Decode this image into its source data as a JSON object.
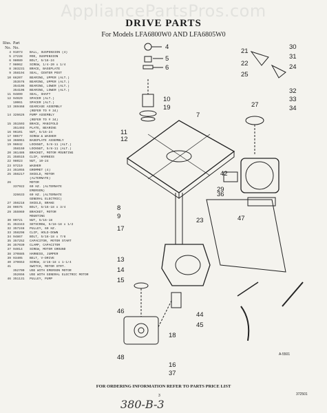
{
  "watermark": "AppliancePartsPros.com",
  "title": "DRIVE PARTS",
  "subtitle": "For Models LFA6800W0 AND LFA6805W0",
  "list_header": {
    "col1": "Illus.",
    "col2": "Part",
    "col3": "No.",
    "col4": "No."
  },
  "parts": [
    {
      "n": "4",
      "p": "91073",
      "d": "BALL, SUSPENSION (4)"
    },
    {
      "n": "5",
      "p": "27228",
      "d": "ROD, SUSPENSION"
    },
    {
      "n": "6",
      "p": "98089",
      "d": "BOLT, 5/16-24"
    },
    {
      "n": "7",
      "p": "98062",
      "d": "SCREW, 1/4-20 x 1/4"
    },
    {
      "n": "8",
      "p": "383231",
      "d": "BRACE, BASEPLATE"
    },
    {
      "n": "9",
      "p": "358194",
      "d": "SEAL, CENTER POST"
    },
    {
      "n": "10",
      "p": "66207",
      "d": "BEARING, UPPER (ALT.)"
    },
    {
      "n": "",
      "p": "353576",
      "d": "BEARING, UPPER (ALT.)"
    },
    {
      "n": "",
      "p": "354105",
      "d": "BEARING, LOWER (ALT.)"
    },
    {
      "n": "",
      "p": "354106",
      "d": "BEARING, LOWER (ALT.)"
    },
    {
      "n": "11",
      "p": "94899",
      "d": "SEAL, SHAFT"
    },
    {
      "n": "12",
      "p": "94929",
      "d": "SPACER (ALT.)"
    },
    {
      "n": "",
      "p": "10061",
      "d": "SPACER (ALT.)"
    },
    {
      "n": "13",
      "p": "369468",
      "d": "GEARCASE ASSEMBLY"
    },
    {
      "n": "",
      "p": "",
      "d": "(REFER TO # 34)"
    },
    {
      "n": "14",
      "p": "326626",
      "d": "PUMP ASSEMBLY"
    },
    {
      "n": "",
      "p": "",
      "d": "(REFER TO # 34)"
    },
    {
      "n": "15",
      "p": "351503",
      "d": "BRACE, MANIFOLD"
    },
    {
      "n": "",
      "p": "351493",
      "d": "PLATE, BEARING"
    },
    {
      "n": "16",
      "p": "96101",
      "d": "NUT, 5/16-24"
    },
    {
      "n": "17",
      "p": "90577",
      "d": "SCREW & WASHER"
    },
    {
      "n": "18",
      "p": "366061",
      "d": "BASEPLATE ASSEMBLY"
    },
    {
      "n": "19",
      "p": "96042",
      "d": "LOCKNUT, 5/8-11 (ALT.)"
    },
    {
      "n": "",
      "p": "358159",
      "d": "LOCKNUT, 5/8-11 (ALT.)"
    },
    {
      "n": "20",
      "p": "361486",
      "d": "BRACKET, MOTOR MOUNTING"
    },
    {
      "n": "21",
      "p": "358515",
      "d": "CLIP, HARNESS"
    },
    {
      "n": "22",
      "p": "98023",
      "d": "NUT, 10-24"
    },
    {
      "n": "23",
      "p": "97219",
      "d": "WASHER"
    },
    {
      "n": "24",
      "p": "351055",
      "d": "GROMMET (4)"
    },
    {
      "n": "25",
      "p": "356217",
      "d": "SHIELD, MOTOR"
    },
    {
      "n": "",
      "p": "",
      "d": "(ALTERNATE)"
    },
    {
      "n": "26",
      "p": "",
      "d": "MOTOR"
    },
    {
      "n": "",
      "p": "337922",
      "d": "60 HZ. (ALTERNATE"
    },
    {
      "n": "",
      "p": "",
      "d": "EMERSON)"
    },
    {
      "n": "",
      "p": "326633",
      "d": "60 HZ. (ALTERNATE"
    },
    {
      "n": "",
      "p": "",
      "d": "GENERAL ELECTRIC)"
    },
    {
      "n": "27",
      "p": "356218",
      "d": "SHIELD, BRAKE"
    },
    {
      "n": "28",
      "p": "90575",
      "d": "BOLT, 5/16-18 x 3/4"
    },
    {
      "n": "29",
      "p": "355969",
      "d": "BRACKET, MOTOR"
    },
    {
      "n": "",
      "p": "",
      "d": "MOUNTING"
    },
    {
      "n": "30",
      "p": "90721",
      "d": "NUT, 5/16-18"
    },
    {
      "n": "31",
      "p": "353343",
      "d": "SETSCREW, 5/16-18 x 1/2"
    },
    {
      "n": "32",
      "p": "357248",
      "d": "PULLEY, 60 HZ."
    },
    {
      "n": "33",
      "p": "358298",
      "d": "CLIP, HOLD-DOWN"
    },
    {
      "n": "34",
      "p": "94867",
      "d": "BOLT, 5/16-18 x 7/8"
    },
    {
      "n": "35",
      "p": "357252",
      "d": "CAPACITOR, MOTOR START"
    },
    {
      "n": "36",
      "p": "357030",
      "d": "CLAMP, CAPACITOR"
    },
    {
      "n": "37",
      "p": "94014",
      "d": "SCREW, MOTOR GROUND"
    },
    {
      "n": "38",
      "p": "370885",
      "d": "HARNESS, JUMPER"
    },
    {
      "n": "39",
      "p": "93405",
      "d": "BELT, V-DRIVE"
    },
    {
      "n": "40",
      "p": "370653",
      "d": "SCREW, 3/16-18 x 1-1/4"
    },
    {
      "n": "41",
      "p": "",
      "d": "SWITCH, MOTOR STRT."
    },
    {
      "n": "",
      "p": "352700",
      "d": "USE WITH EMERSON MOTOR"
    },
    {
      "n": "",
      "p": "352656",
      "d": "USE WITH GENERAL ELECTRIC MOTOR"
    },
    {
      "n": "46",
      "p": "351131",
      "d": "PULLEY, PUMP"
    }
  ],
  "callouts": [
    "4",
    "5",
    "6",
    "10",
    "19",
    "11",
    "12",
    "7",
    "42",
    "47",
    "29",
    "36",
    "8",
    "9",
    "17",
    "23",
    "13",
    "14",
    "15",
    "46",
    "44",
    "45",
    "18",
    "48",
    "16",
    "37",
    "21",
    "22",
    "25",
    "30",
    "31",
    "24",
    "32",
    "33",
    "27",
    "34"
  ],
  "drawing_no": "A-5501",
  "footer": "FOR ORDERING INFORMATION REFER TO PARTS PRICE LIST",
  "page_number": "3",
  "doc_code": "372501",
  "handwritten": "380-B-3"
}
